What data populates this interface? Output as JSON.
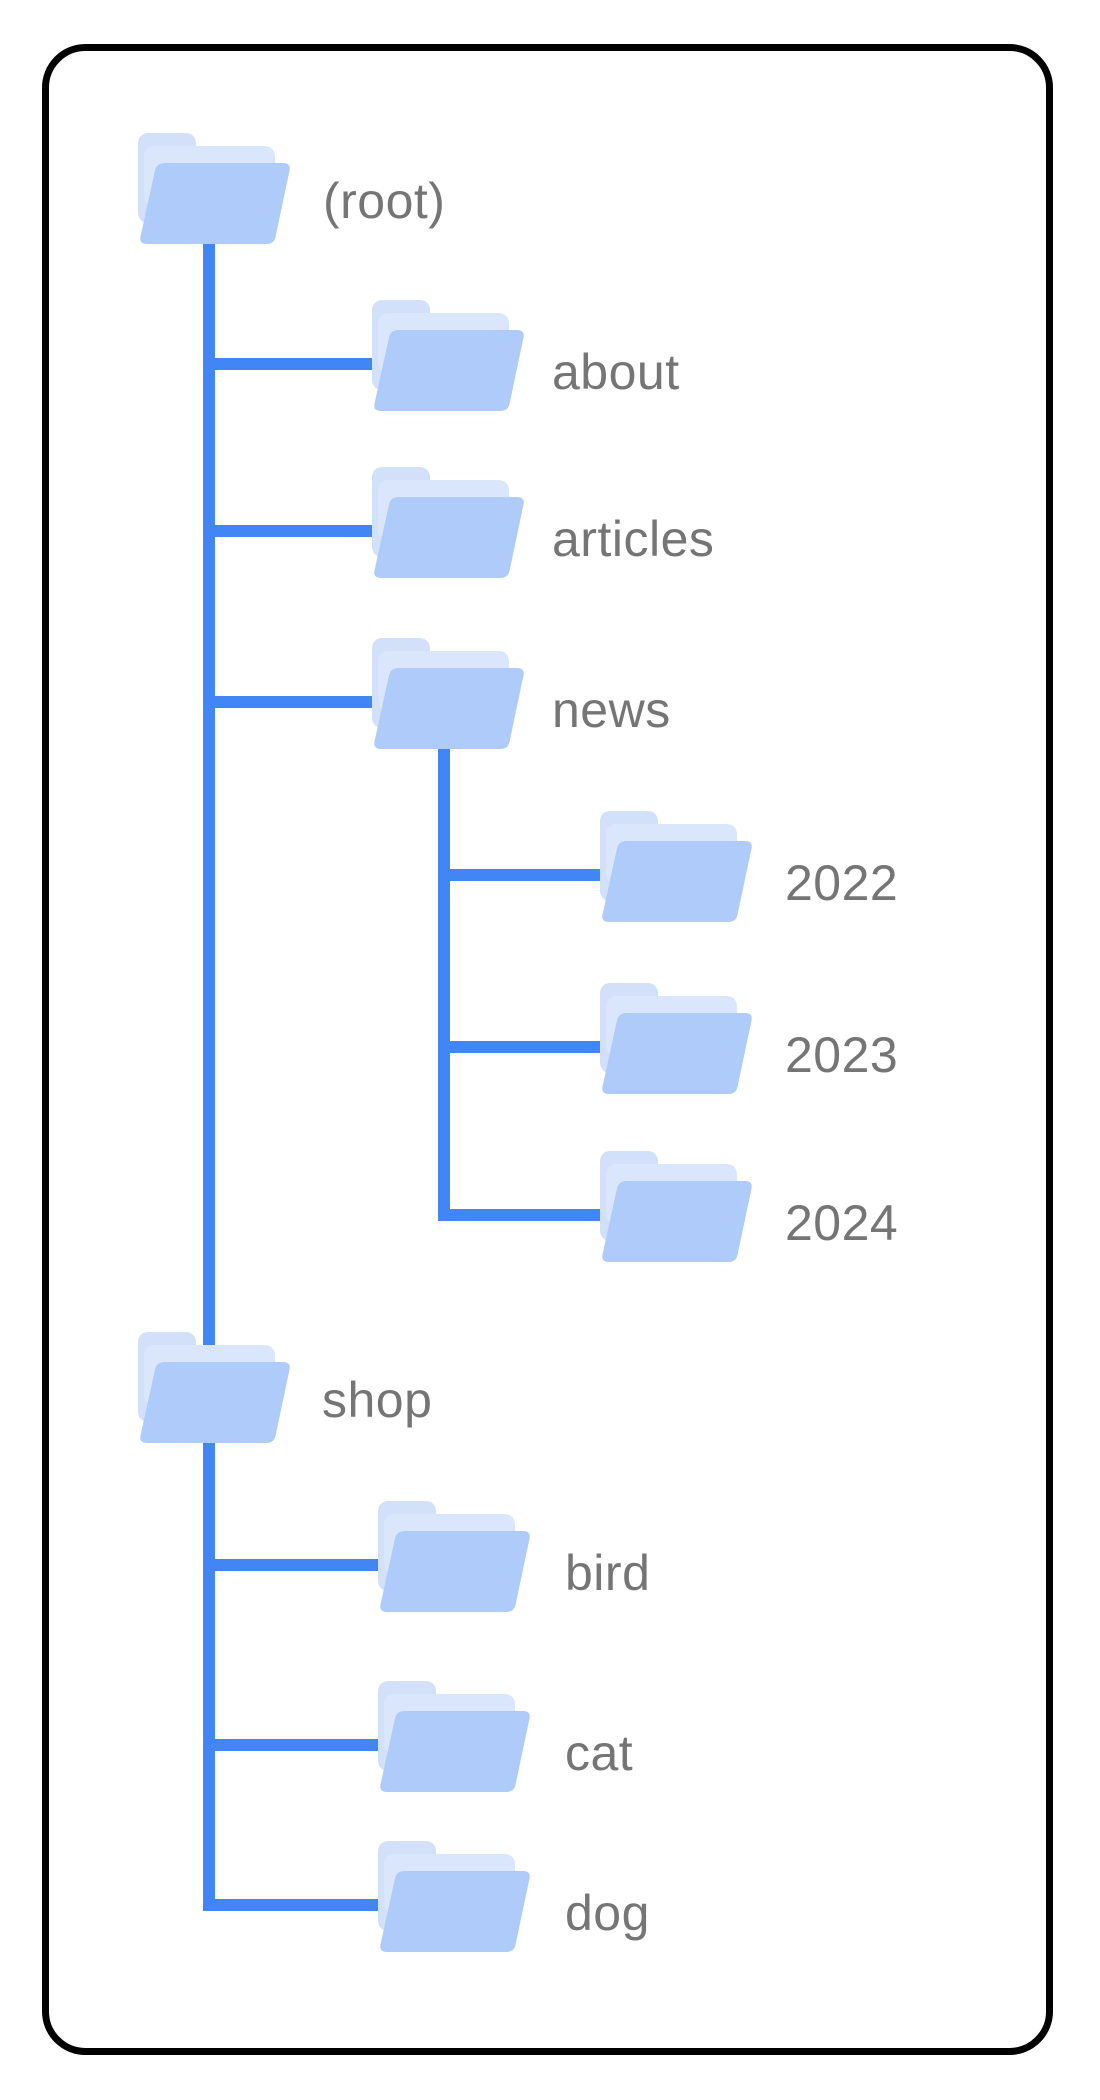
{
  "diagram": {
    "type": "site-structure-folder-tree",
    "background": "#ffffff",
    "frame_border_color": "#000000",
    "connector_color": "#4285F4",
    "label_color": "#757575",
    "folder_colors": {
      "front": "#AECBFA",
      "back_tab": "#D2E0FA",
      "sheet": "#DAE6FC"
    },
    "nodes": {
      "root": {
        "label": "(root)",
        "children": [
          "about",
          "articles",
          "news",
          "shop"
        ]
      },
      "about": {
        "label": "about",
        "children": []
      },
      "articles": {
        "label": "articles",
        "children": []
      },
      "news": {
        "label": "news",
        "children": [
          "2022",
          "2023",
          "2024"
        ]
      },
      "2022": {
        "label": "2022",
        "children": []
      },
      "2023": {
        "label": "2023",
        "children": []
      },
      "2024": {
        "label": "2024",
        "children": []
      },
      "shop": {
        "label": "shop",
        "children": [
          "bird",
          "cat",
          "dog"
        ]
      },
      "bird": {
        "label": "bird",
        "children": []
      },
      "cat": {
        "label": "cat",
        "children": []
      },
      "dog": {
        "label": "dog",
        "children": []
      }
    }
  }
}
